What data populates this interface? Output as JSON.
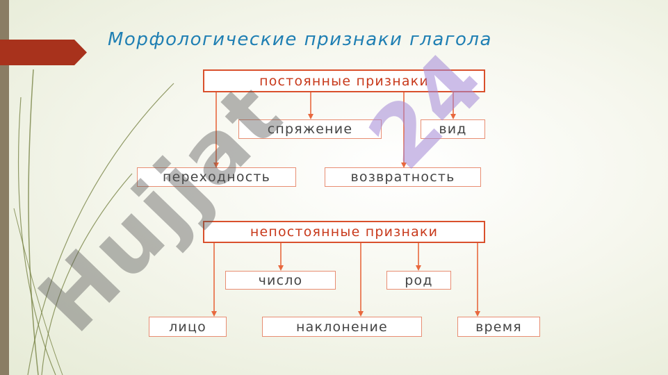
{
  "slide": {
    "title": "Морфологические признаки глагола",
    "watermark": "Hujjat24"
  },
  "diagram": {
    "permanent": {
      "header": "постоянные признаки",
      "items": [
        "спряжение",
        "вид",
        "переходность",
        "возвратность"
      ]
    },
    "nonpermanent": {
      "header": "непостоянные признаки",
      "items": [
        "число",
        "род",
        "лицо",
        "наклонение",
        "время"
      ]
    }
  },
  "colors": {
    "title": "#1f7fb3",
    "header_border": "#d9502c",
    "header_text": "#c8391b",
    "box_border": "#e88d72",
    "arrow": "#e8683e",
    "accent_tab": "#a8321c",
    "sidebar": "#8a7d64",
    "watermark_dark": "#555555",
    "watermark_purple": "#a287d6"
  }
}
